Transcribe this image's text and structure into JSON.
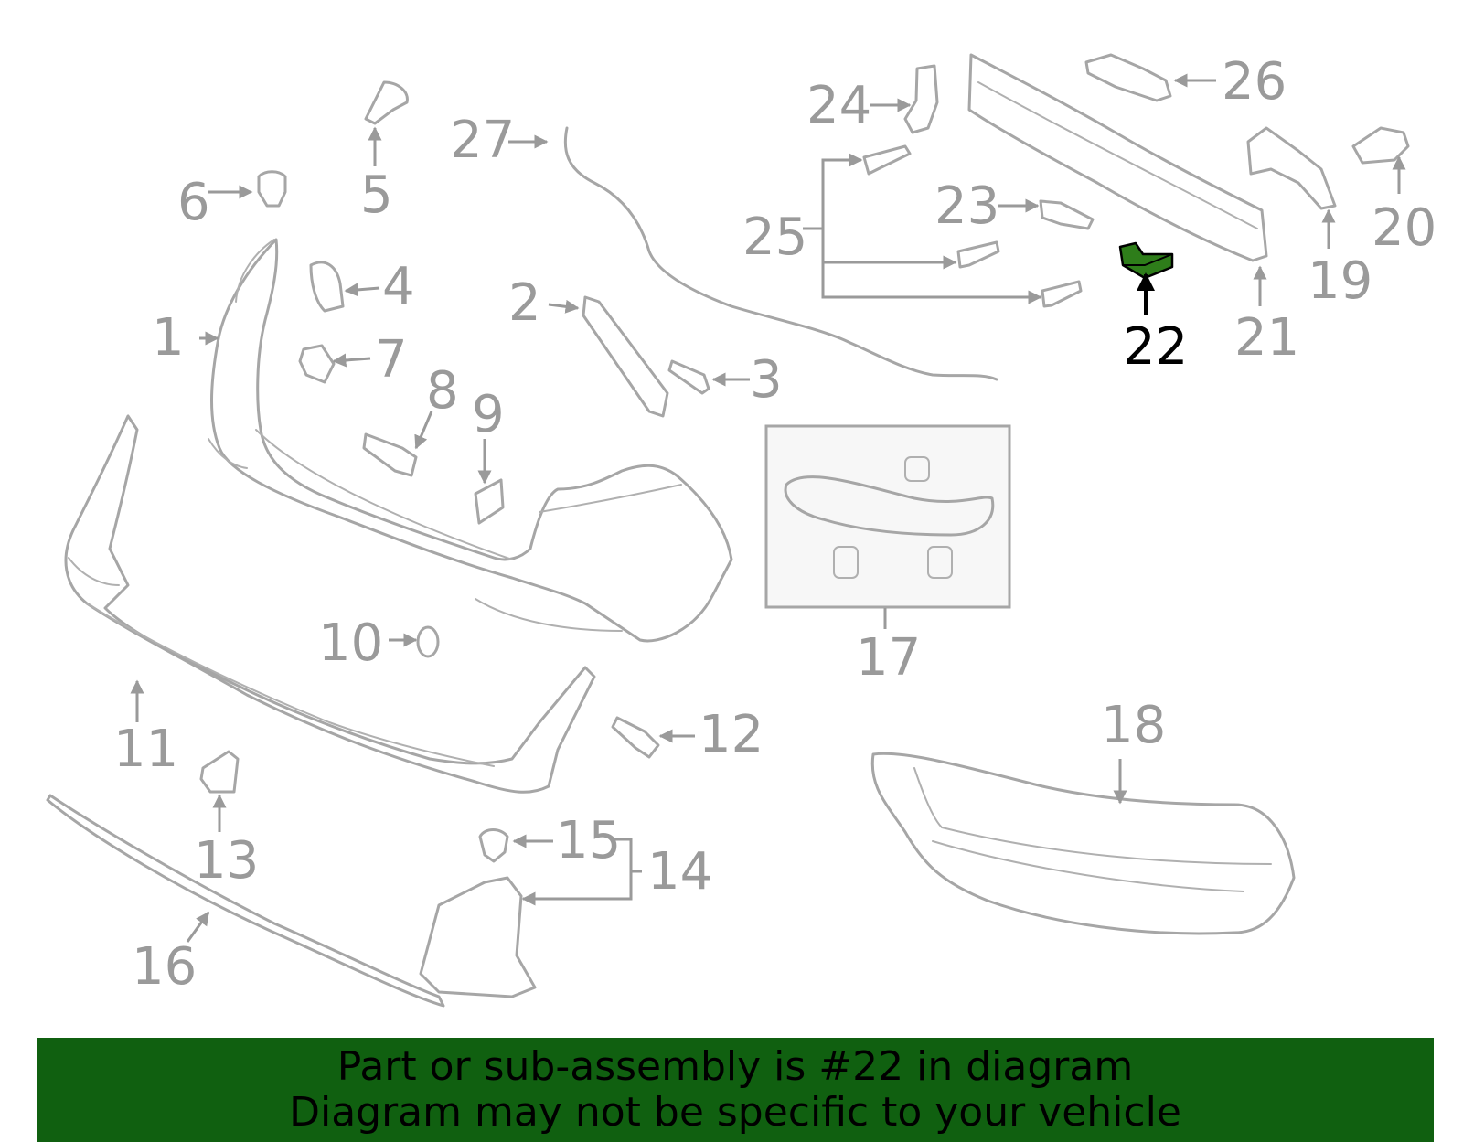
{
  "diagram": {
    "highlighted_part": "22",
    "highlight_color": "#2e7d1a",
    "line_color": "#a6a6a6",
    "callouts": [
      "1",
      "2",
      "3",
      "4",
      "5",
      "6",
      "7",
      "8",
      "9",
      "10",
      "11",
      "12",
      "13",
      "14",
      "15",
      "16",
      "17",
      "18",
      "19",
      "20",
      "21",
      "22",
      "23",
      "24",
      "25",
      "26",
      "27"
    ]
  },
  "banner": {
    "background": "#106010",
    "line1": "Part or sub-assembly is #22 in diagram",
    "line2": "Diagram may not be specific to your vehicle"
  }
}
